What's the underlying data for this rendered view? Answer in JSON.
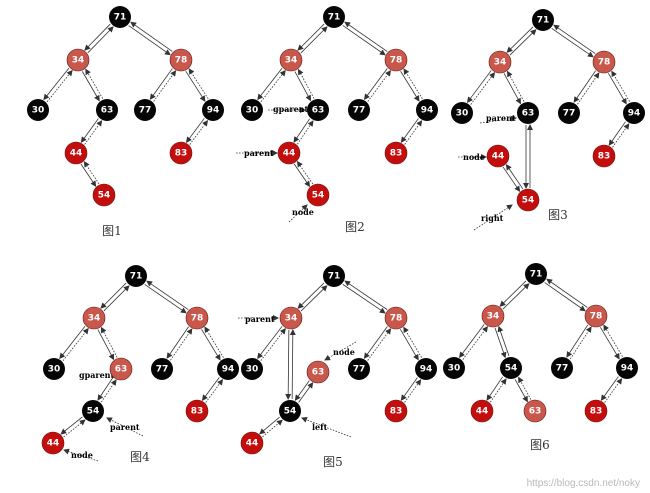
{
  "colors": {
    "black_node": "#050505",
    "red_node": "#c40e0e",
    "salmon_node": "#c8584c",
    "edge": "#333333",
    "caption": "#333333",
    "watermark": "#b8b8b8"
  },
  "watermark": "https://blog.csdn.net/noky",
  "figures": [
    {
      "caption": "图1",
      "nodes": [
        {
          "id": "71",
          "label": "71",
          "color": "black"
        },
        {
          "id": "34",
          "label": "34",
          "color": "salmon"
        },
        {
          "id": "78",
          "label": "78",
          "color": "salmon"
        },
        {
          "id": "30",
          "label": "30",
          "color": "black"
        },
        {
          "id": "63",
          "label": "63",
          "color": "black"
        },
        {
          "id": "77",
          "label": "77",
          "color": "black"
        },
        {
          "id": "94",
          "label": "94",
          "color": "black"
        },
        {
          "id": "44",
          "label": "44",
          "color": "red"
        },
        {
          "id": "83",
          "label": "83",
          "color": "red"
        },
        {
          "id": "54",
          "label": "54",
          "color": "red"
        }
      ],
      "pointers": []
    },
    {
      "caption": "图2",
      "nodes": [
        {
          "id": "71",
          "label": "71",
          "color": "black"
        },
        {
          "id": "34",
          "label": "34",
          "color": "salmon"
        },
        {
          "id": "78",
          "label": "78",
          "color": "salmon"
        },
        {
          "id": "30",
          "label": "30",
          "color": "black"
        },
        {
          "id": "63",
          "label": "63",
          "color": "black"
        },
        {
          "id": "77",
          "label": "77",
          "color": "black"
        },
        {
          "id": "94",
          "label": "94",
          "color": "black"
        },
        {
          "id": "44",
          "label": "44",
          "color": "red"
        },
        {
          "id": "83",
          "label": "83",
          "color": "red"
        },
        {
          "id": "54",
          "label": "54",
          "color": "red"
        }
      ],
      "pointers": [
        {
          "label": "gparent",
          "target": "63"
        },
        {
          "label": "parent",
          "target": "44"
        },
        {
          "label": "node",
          "target": "54"
        }
      ]
    },
    {
      "caption": "图3",
      "nodes": [
        {
          "id": "71",
          "label": "71",
          "color": "black"
        },
        {
          "id": "34",
          "label": "34",
          "color": "salmon"
        },
        {
          "id": "78",
          "label": "78",
          "color": "salmon"
        },
        {
          "id": "30",
          "label": "30",
          "color": "black"
        },
        {
          "id": "63",
          "label": "63",
          "color": "black"
        },
        {
          "id": "77",
          "label": "77",
          "color": "black"
        },
        {
          "id": "94",
          "label": "94",
          "color": "black"
        },
        {
          "id": "44",
          "label": "44",
          "color": "red"
        },
        {
          "id": "83",
          "label": "83",
          "color": "red"
        },
        {
          "id": "54",
          "label": "54",
          "color": "red"
        }
      ],
      "pointers": [
        {
          "label": "parent",
          "target": "63"
        },
        {
          "label": "node",
          "target": "44"
        },
        {
          "label": "right",
          "target": "54"
        }
      ]
    },
    {
      "caption": "图4",
      "nodes": [
        {
          "id": "71",
          "label": "71",
          "color": "black"
        },
        {
          "id": "34",
          "label": "34",
          "color": "salmon"
        },
        {
          "id": "78",
          "label": "78",
          "color": "salmon"
        },
        {
          "id": "30",
          "label": "30",
          "color": "black"
        },
        {
          "id": "63",
          "label": "63",
          "color": "salmon"
        },
        {
          "id": "77",
          "label": "77",
          "color": "black"
        },
        {
          "id": "94",
          "label": "94",
          "color": "black"
        },
        {
          "id": "54",
          "label": "54",
          "color": "black"
        },
        {
          "id": "83",
          "label": "83",
          "color": "red"
        },
        {
          "id": "44",
          "label": "44",
          "color": "red"
        }
      ],
      "pointers": [
        {
          "label": "gparent",
          "target": "63"
        },
        {
          "label": "parent",
          "target": "54"
        },
        {
          "label": "node",
          "target": "44"
        }
      ]
    },
    {
      "caption": "图5",
      "nodes": [
        {
          "id": "71",
          "label": "71",
          "color": "black"
        },
        {
          "id": "34",
          "label": "34",
          "color": "salmon"
        },
        {
          "id": "78",
          "label": "78",
          "color": "salmon"
        },
        {
          "id": "30",
          "label": "30",
          "color": "black"
        },
        {
          "id": "63",
          "label": "63",
          "color": "salmon"
        },
        {
          "id": "77",
          "label": "77",
          "color": "black"
        },
        {
          "id": "94",
          "label": "94",
          "color": "black"
        },
        {
          "id": "54",
          "label": "54",
          "color": "black"
        },
        {
          "id": "83",
          "label": "83",
          "color": "red"
        },
        {
          "id": "44",
          "label": "44",
          "color": "red"
        }
      ],
      "pointers": [
        {
          "label": "parent",
          "target": "34"
        },
        {
          "label": "node",
          "target": "63"
        },
        {
          "label": "left",
          "target": "54"
        }
      ]
    },
    {
      "caption": "图6",
      "nodes": [
        {
          "id": "71",
          "label": "71",
          "color": "black"
        },
        {
          "id": "34",
          "label": "34",
          "color": "salmon"
        },
        {
          "id": "78",
          "label": "78",
          "color": "salmon"
        },
        {
          "id": "30",
          "label": "30",
          "color": "black"
        },
        {
          "id": "54",
          "label": "54",
          "color": "black"
        },
        {
          "id": "77",
          "label": "77",
          "color": "black"
        },
        {
          "id": "94",
          "label": "94",
          "color": "black"
        },
        {
          "id": "44",
          "label": "44",
          "color": "red"
        },
        {
          "id": "63",
          "label": "63",
          "color": "salmon"
        },
        {
          "id": "83",
          "label": "83",
          "color": "red"
        }
      ],
      "pointers": []
    }
  ]
}
